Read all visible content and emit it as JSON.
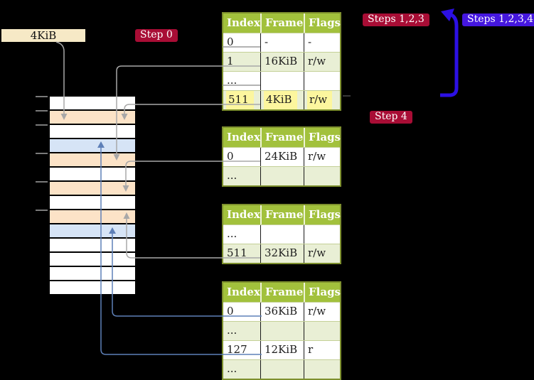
{
  "labels": {
    "page_size": "4KiB"
  },
  "badges": {
    "step0": "Step 0",
    "steps123": "Steps 1,2,3",
    "steps1234": "Steps 1,2,3,4",
    "step4": "Step 4"
  },
  "page_tables": [
    {
      "name": "level-4-table",
      "headers": [
        "Index",
        "Frame",
        "Flags"
      ],
      "rows": [
        {
          "cells": [
            "0",
            "-",
            "-"
          ],
          "shaded": false,
          "underline": true,
          "highlighted": false
        },
        {
          "cells": [
            "1",
            "16KiB",
            "r/w"
          ],
          "shaded": true,
          "underline": false,
          "highlighted": false
        },
        {
          "cells": [
            "...",
            "",
            ""
          ],
          "shaded": false,
          "underline": true,
          "highlighted": false
        },
        {
          "cells": [
            "511",
            "4KiB",
            "r/w"
          ],
          "shaded": true,
          "underline": false,
          "highlighted": true
        }
      ]
    },
    {
      "name": "level-3-table",
      "headers": [
        "Index",
        "Frame",
        "Flags"
      ],
      "rows": [
        {
          "cells": [
            "0",
            "24KiB",
            "r/w"
          ],
          "shaded": false,
          "underline": false,
          "highlighted": false
        },
        {
          "cells": [
            "...",
            "",
            ""
          ],
          "shaded": true,
          "underline": false,
          "highlighted": false
        }
      ]
    },
    {
      "name": "level-2-table",
      "headers": [
        "Index",
        "Frame",
        "Flags"
      ],
      "rows": [
        {
          "cells": [
            "...",
            "",
            ""
          ],
          "shaded": false,
          "underline": false,
          "highlighted": false
        },
        {
          "cells": [
            "511",
            "32KiB",
            "r/w"
          ],
          "shaded": true,
          "underline": false,
          "highlighted": false
        }
      ]
    },
    {
      "name": "level-1-table",
      "headers": [
        "Index",
        "Frame",
        "Flags"
      ],
      "rows": [
        {
          "cells": [
            "0",
            "36KiB",
            "r/w"
          ],
          "shaded": false,
          "underline": false,
          "highlighted": false
        },
        {
          "cells": [
            "...",
            "",
            ""
          ],
          "shaded": true,
          "underline": false,
          "highlighted": false
        },
        {
          "cells": [
            "127",
            "12KiB",
            "r"
          ],
          "shaded": false,
          "underline": false,
          "highlighted": false
        },
        {
          "cells": [
            "...",
            "",
            ""
          ],
          "shaded": true,
          "underline": false,
          "highlighted": false
        }
      ]
    }
  ],
  "memory": {
    "rows": [
      "free",
      "page-table",
      "free",
      "mapped",
      "page-table",
      "free",
      "page-table",
      "free",
      "page-table",
      "mapped",
      "free",
      "free",
      "free",
      "free"
    ],
    "tick_count": 6
  },
  "arrows": [
    {
      "from": "page-size-label",
      "to": "memory-frame-4KiB",
      "color": "gray"
    },
    {
      "from": "level-4-table-entry-1",
      "to": "memory-frame-16KiB",
      "color": "gray"
    },
    {
      "from": "level-4-table-entry-511",
      "to": "memory-frame-4KiB",
      "color": "gray"
    },
    {
      "from": "level-3-table-entry-0",
      "to": "memory-frame-24KiB",
      "color": "gray"
    },
    {
      "from": "level-2-table-entry-511",
      "to": "memory-frame-32KiB",
      "color": "gray"
    },
    {
      "from": "level-1-table-entry-0",
      "to": "memory-frame-36KiB",
      "color": "blue"
    },
    {
      "from": "level-1-table-entry-127",
      "to": "memory-frame-12KiB",
      "color": "blue"
    },
    {
      "from": "level-4-table-entry-511",
      "to": "level-4-table",
      "color": "loop-blue"
    }
  ],
  "colors": {
    "background": "#000000",
    "table_header": "#a2c13c",
    "table_border": "#7e902e",
    "row_shaded": "#e9efd5",
    "highlight_yellow": "#fcf69e",
    "memory_free": "#ffffff",
    "memory_page_table": "#fce3c7",
    "memory_mapped": "#d6e4f6",
    "label_cream": "#f6e9c6",
    "badge_red": "#a80d35",
    "badge_blue": "#4517df",
    "arrow_gray": "#a8a8a8",
    "arrow_blue": "#5e80b8",
    "loop_arrow_blue": "#2c10e4"
  }
}
